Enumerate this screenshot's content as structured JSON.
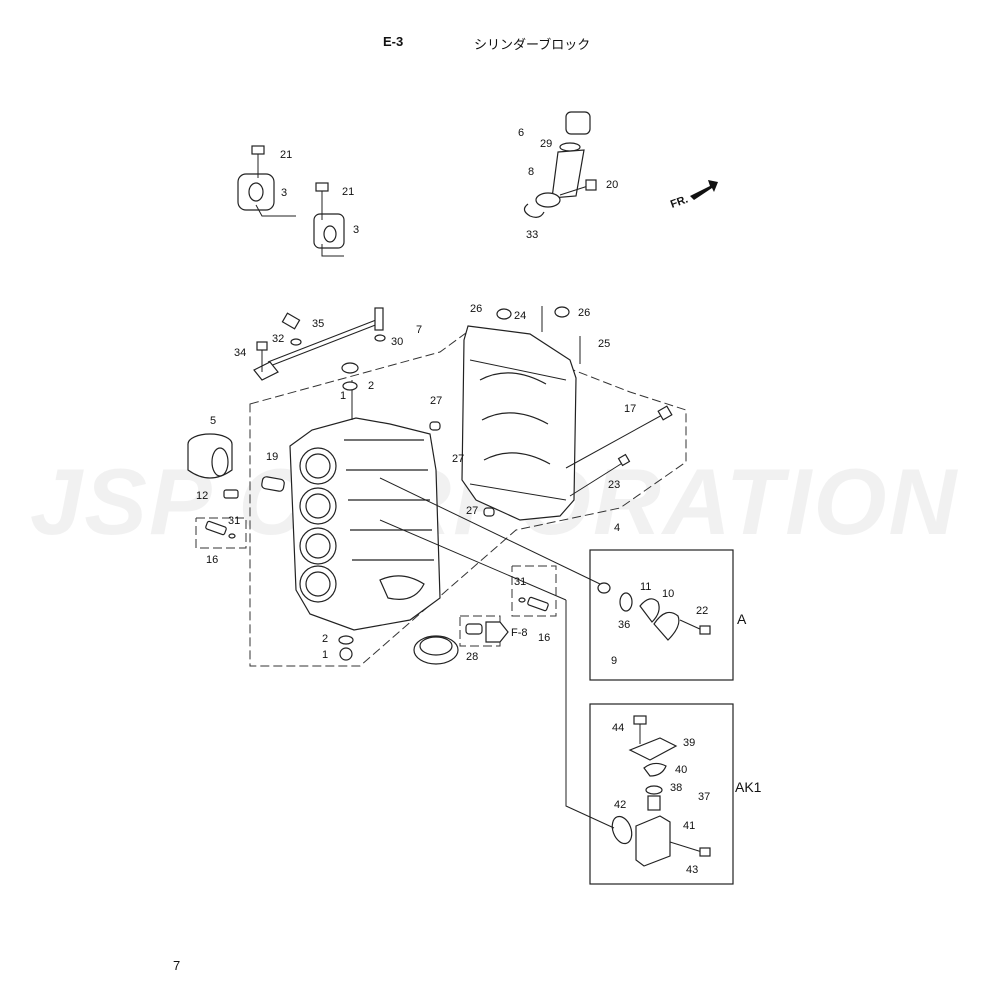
{
  "header": {
    "code": "E-3",
    "title": "シリンダーブロック"
  },
  "page_number": "7",
  "watermark": "JSP CORPORATION",
  "direction_marker": "FR.",
  "reference": "F-8",
  "detail_boxes": [
    {
      "id": "A",
      "label": "A"
    },
    {
      "id": "AK1",
      "label": "AK1"
    }
  ],
  "callouts": [
    "1",
    "2",
    "3",
    "4",
    "5",
    "6",
    "7",
    "8",
    "9",
    "10",
    "11",
    "12",
    "16",
    "17",
    "19",
    "20",
    "21",
    "22",
    "23",
    "24",
    "25",
    "26",
    "27",
    "28",
    "29",
    "30",
    "31",
    "32",
    "33",
    "34",
    "35",
    "36",
    "37",
    "38",
    "39",
    "40",
    "41",
    "42",
    "43",
    "44"
  ]
}
